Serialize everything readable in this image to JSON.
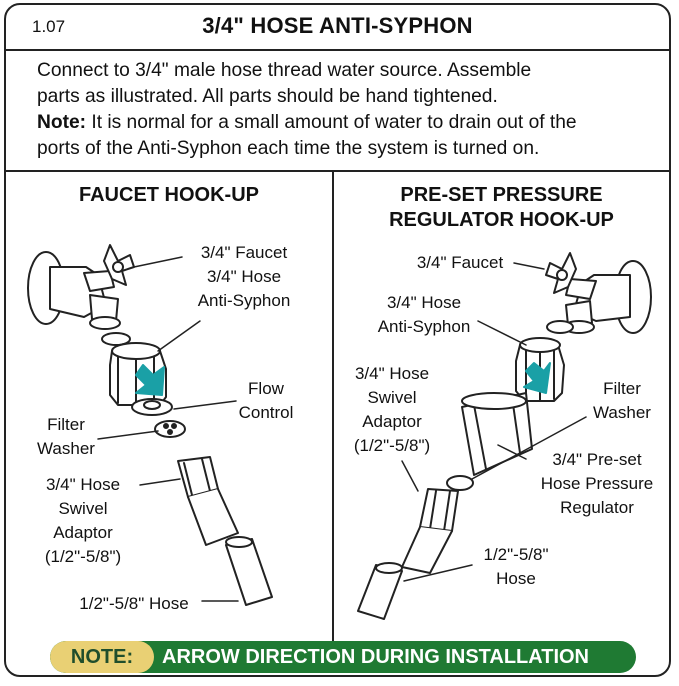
{
  "header": {
    "page_number": "1.07",
    "title": "3/4\" HOSE ANTI-SYPHON"
  },
  "intro": {
    "line1": "Connect to 3/4\" male hose thread water source. Assemble",
    "line2": "parts as illustrated. All parts should be hand tightened.",
    "note_label": "Note:",
    "note_text": " It is normal for a small amount of water to drain out of the",
    "line4": "ports of the Anti-Syphon each time the system is turned on."
  },
  "left": {
    "title": "FAUCET HOOK-UP",
    "labels": {
      "faucet": "3/4\" Faucet",
      "hose_line1": "3/4\" Hose",
      "hose_line2": "Anti-Syphon",
      "flow_line1": "Flow",
      "flow_line2": "Control",
      "filter_line1": "Filter",
      "filter_line2": "Washer",
      "swivel_line1": "3/4\" Hose",
      "swivel_line2": "Swivel",
      "swivel_line3": "Adaptor",
      "swivel_line4": "(1/2\"-5/8\")",
      "hose": "1/2\"-5/8\" Hose"
    }
  },
  "right": {
    "title_line1": "PRE-SET PRESSURE",
    "title_line2": "REGULATOR HOOK-UP",
    "labels": {
      "faucet": "3/4\" Faucet",
      "anti_line1": "3/4\" Hose",
      "anti_line2": "Anti-Syphon",
      "swivel_line1": "3/4\" Hose",
      "swivel_line2": "Swivel",
      "swivel_line3": "Adaptor",
      "swivel_line4": "(1/2\"-5/8\")",
      "filter_line1": "Filter",
      "filter_line2": "Washer",
      "reg_line1": "3/4\" Pre-set",
      "reg_line2": "Hose Pressure",
      "reg_line3": "Regulator",
      "hose_line1": "1/2\"-5/8\"",
      "hose_line2": "Hose"
    }
  },
  "footer": {
    "note_label": "NOTE:",
    "note_text": "ARROW DIRECTION DURING INSTALLATION"
  },
  "colors": {
    "arrow_teal": "#1aa0a6",
    "banner_green": "#1f7a33",
    "banner_pill": "#e9d074"
  }
}
